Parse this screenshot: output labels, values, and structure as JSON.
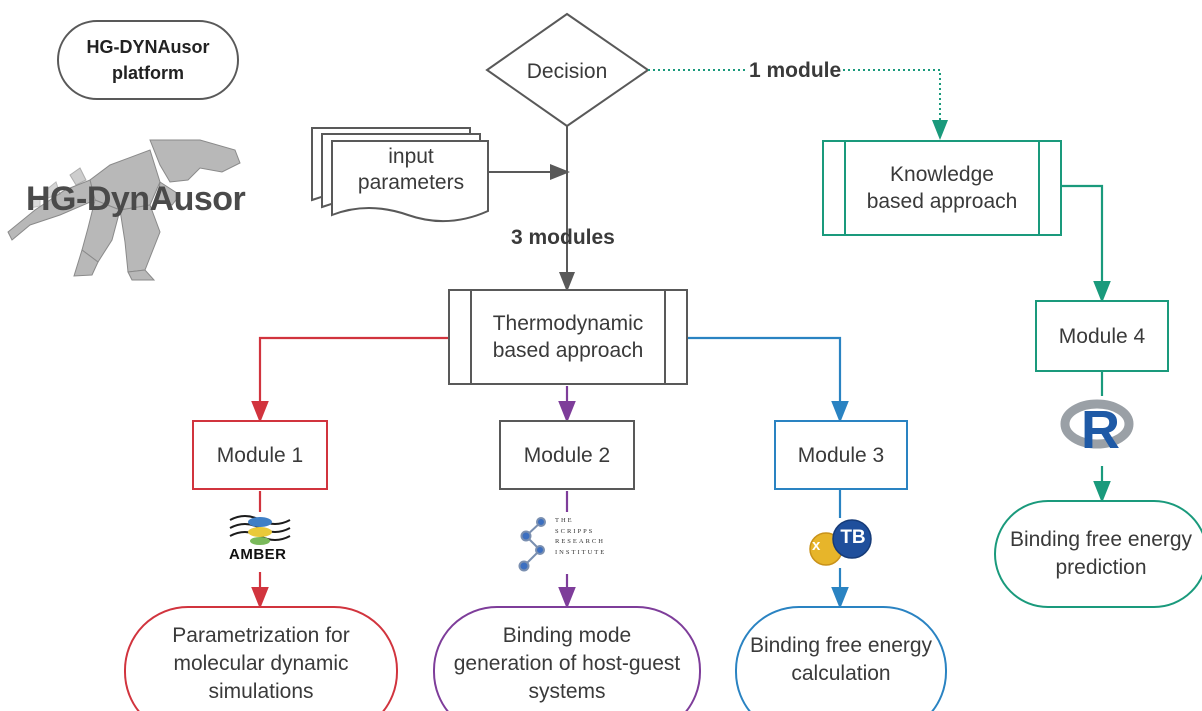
{
  "colors": {
    "gray": "#595959",
    "red": "#d1343e",
    "purple": "#7e3d9a",
    "blue": "#2a83c2",
    "teal": "#1a9a7c"
  },
  "platform_label": "HG-DYNAusor\nplatform",
  "logo": {
    "text": "HG-DynAusor",
    "icon": "t-rex-icon"
  },
  "decision": {
    "label": "Decision"
  },
  "input_params": {
    "label": "input\nparameters"
  },
  "edge_labels": {
    "one_module": "1 module",
    "three_modules": "3 modules"
  },
  "thermo": {
    "label": "Thermodynamic\nbased approach"
  },
  "knowledge": {
    "label": "Knowledge\nbased approach"
  },
  "modules": [
    {
      "label": "Module 1",
      "tool_logo": "amber-icon",
      "tool_text": "AMBER",
      "output": "Parametrization for\nmolecular dynamic\nsimulations"
    },
    {
      "label": "Module 2",
      "tool_logo": "scripps-icon",
      "tool_text": "The\nScripps\nResearch\nInstitute",
      "output": "Binding mode\ngeneration of host-guest\nsystems"
    },
    {
      "label": "Module 3",
      "tool_logo": "xtb-icon",
      "tool_text": "xTB",
      "output": "Binding free energy\ncalculation"
    },
    {
      "label": "Module 4",
      "tool_logo": "r-logo-icon",
      "tool_text": "R",
      "output": "Binding free energy\nprediction"
    }
  ]
}
